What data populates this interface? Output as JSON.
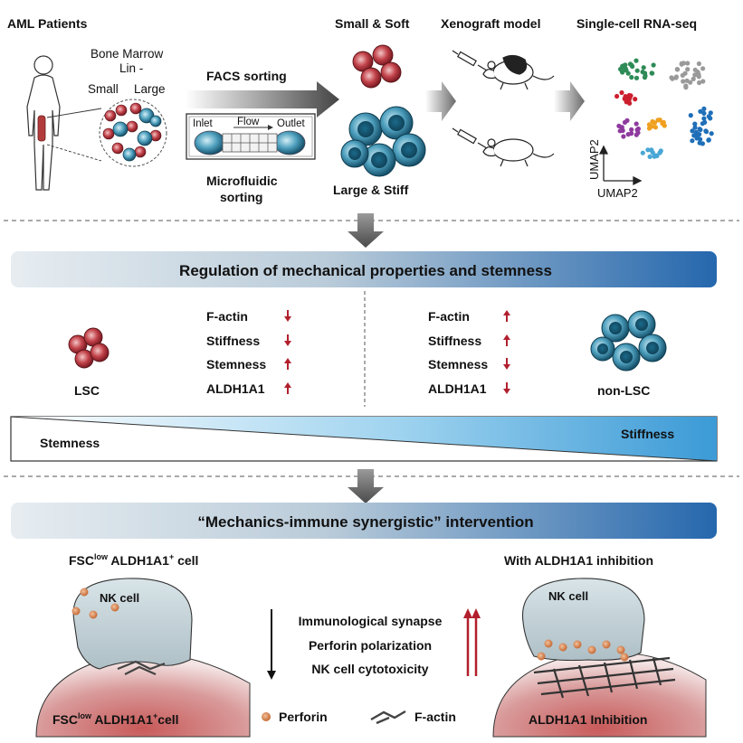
{
  "workflow": {
    "patients_label": "AML Patients",
    "bone_marrow_label": "Bone Marrow",
    "lin_label": "Lin -",
    "small_label": "Small",
    "large_label": "Large",
    "facs_label": "FACS sorting",
    "chip_inlet": "Inlet",
    "chip_flow": "Flow",
    "chip_outlet": "Outlet",
    "microfluidic_label_1": "Microfluidic",
    "microfluidic_label_2": "sorting",
    "small_soft_label": "Small & Soft",
    "large_stiff_label": "Large & Stiff",
    "xenograft_label": "Xenograft model",
    "scrnaseq_label": "Single-cell RNA-seq",
    "umap_y_label": "UMAP2",
    "umap_x_label": "UMAP2"
  },
  "regulation": {
    "banner_title": "Regulation of  mechanical properties and stemness",
    "lsc_label": "LSC",
    "non_lsc_label": "non-LSC",
    "left_markers": [
      {
        "name": "F-actin",
        "direction": "down"
      },
      {
        "name": "Stiffness",
        "direction": "down"
      },
      {
        "name": "Stemness",
        "direction": "up"
      },
      {
        "name": "ALDH1A1",
        "direction": "up"
      }
    ],
    "right_markers": [
      {
        "name": "F-actin",
        "direction": "up"
      },
      {
        "name": "Stiffness",
        "direction": "up"
      },
      {
        "name": "Stemness",
        "direction": "down"
      },
      {
        "name": "ALDH1A1",
        "direction": "down"
      }
    ],
    "gradient_left_label": "Stemness",
    "gradient_right_label": "Stiffness"
  },
  "intervention": {
    "banner_title": "“Mechanics-immune synergistic” intervention",
    "left_title_pre": "FSC",
    "left_title_sup": "low",
    "left_title_mid": " ALDH1A1",
    "left_title_sup2": "+",
    "left_title_post": " cell",
    "right_title": "With ALDH1A1 inhibition",
    "nk_cell_label": "NK cell",
    "effects": [
      "Immunological synapse",
      "Perforin polarization",
      "NK cell cytotoxicity"
    ],
    "left_cell_pre": "FSC",
    "left_cell_sup": "low",
    "left_cell_mid": " ALDH1A1",
    "left_cell_sup2": "+",
    "left_cell_post": "cell",
    "right_cell_label": "ALDH1A1 Inhibition",
    "legend_perforin": "Perforin",
    "legend_factin": "F-actin"
  },
  "colors": {
    "lsc_cell": "#b8323a",
    "non_lsc_cell": "#3a8fae",
    "banner_light": "#e8eef3",
    "banner_dark": "#2a6fb0",
    "arrow_gray": "#555555",
    "up_down_arrow": "#b21f2d",
    "perforin": "#d9824a",
    "target_cell": "#b84a4a",
    "nk_cell": "#c9d7dc"
  },
  "icons": [
    "human-body-icon",
    "syringe-icon",
    "mouse-icon",
    "down-arrow-icon",
    "up-arrow-icon"
  ]
}
